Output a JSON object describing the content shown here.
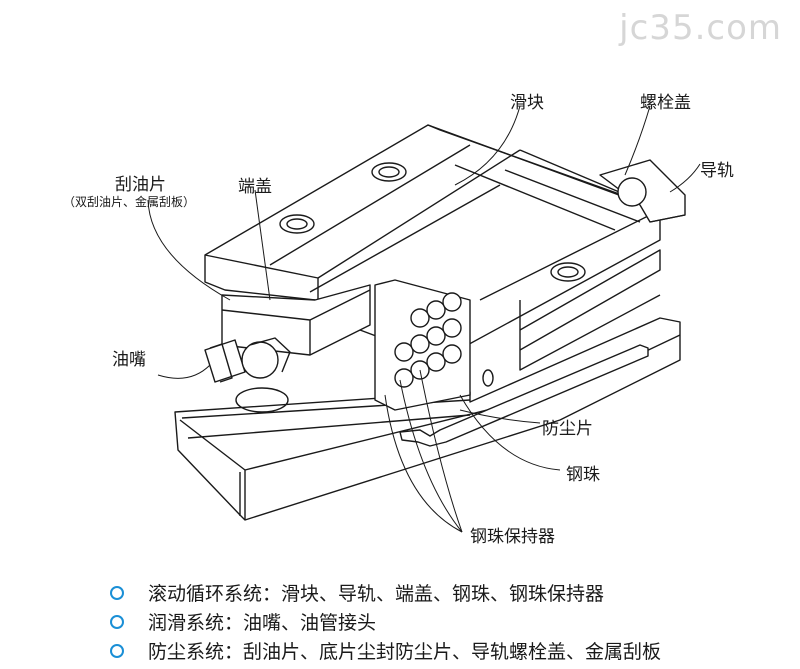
{
  "watermark": "jc35.com",
  "labels": {
    "slider": "滑块",
    "bolt_cap": "螺栓盖",
    "rail": "导轨",
    "scraper": "刮油片",
    "scraper_note": "（双刮油片、金属刮板）",
    "end_cap": "端盖",
    "oil_nozzle": "油嘴",
    "dust_seal": "防尘片",
    "steel_ball": "钢珠",
    "ball_retainer": "钢珠保持器"
  },
  "legend": [
    "滚动循环系统：滑块、导轨、端盖、钢珠、钢珠保持器",
    "润滑系统：油嘴、油管接头",
    "防尘系统：刮油片、底片尘封防尘片、导轨螺栓盖、金属刮板"
  ],
  "colors": {
    "bullet": "#1a8fd6",
    "line": "#1a1a1a"
  }
}
